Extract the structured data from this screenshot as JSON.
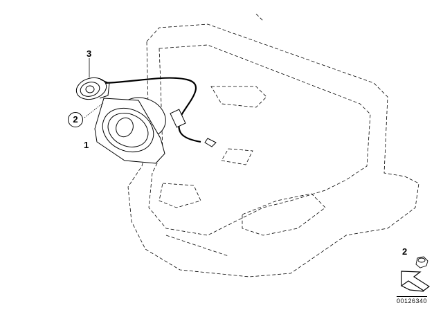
{
  "callouts": {
    "speaker": "1",
    "nut": "2",
    "tweeter": "3",
    "nut_detail": "2"
  },
  "diagram_code": "00126340"
}
